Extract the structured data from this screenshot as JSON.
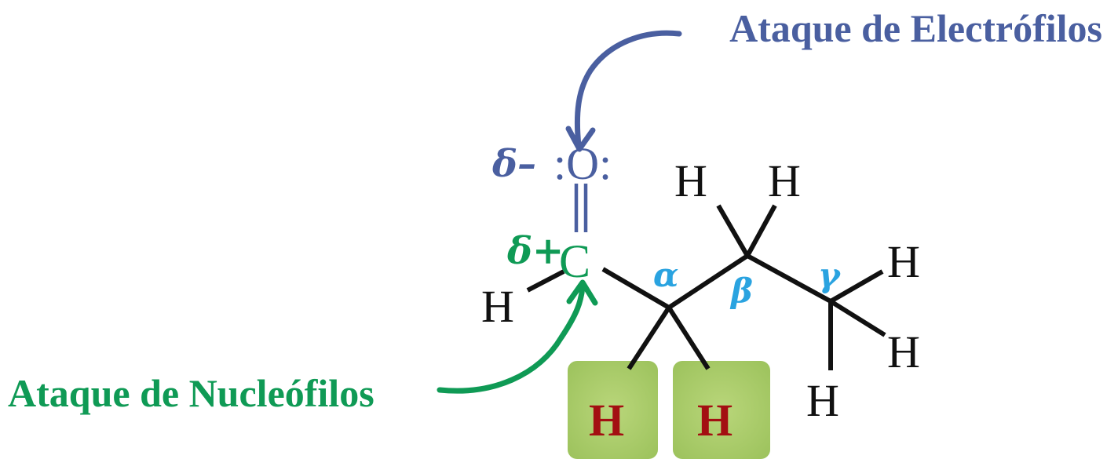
{
  "labels": {
    "electrophile_attack": "Ataque de Electrófilos",
    "nucleophile_attack": "Ataque de Nucleófilos"
  },
  "charges": {
    "delta_minus": "δ–",
    "delta_plus": "δ+"
  },
  "atoms": {
    "oxygen": ":O:",
    "carbonyl_carbon": "C",
    "aldehyde_h": "H",
    "beta_h_left": "H",
    "beta_h_right": "H",
    "gamma_h_top": "H",
    "gamma_h_middle": "H",
    "gamma_h_bottom": "H",
    "alpha_h_left": "H",
    "alpha_h_right": "H"
  },
  "positions": {
    "alpha": "α",
    "beta": "β",
    "gamma": "γ"
  },
  "colors": {
    "electrophile": "#4a5fa0",
    "nucleophile": "#0f9a55",
    "greek_labels": "#2aa3e0",
    "alpha_hydrogen": "#a30f12",
    "alpha_h_box": "#a9cd68",
    "bond": "#111111"
  }
}
